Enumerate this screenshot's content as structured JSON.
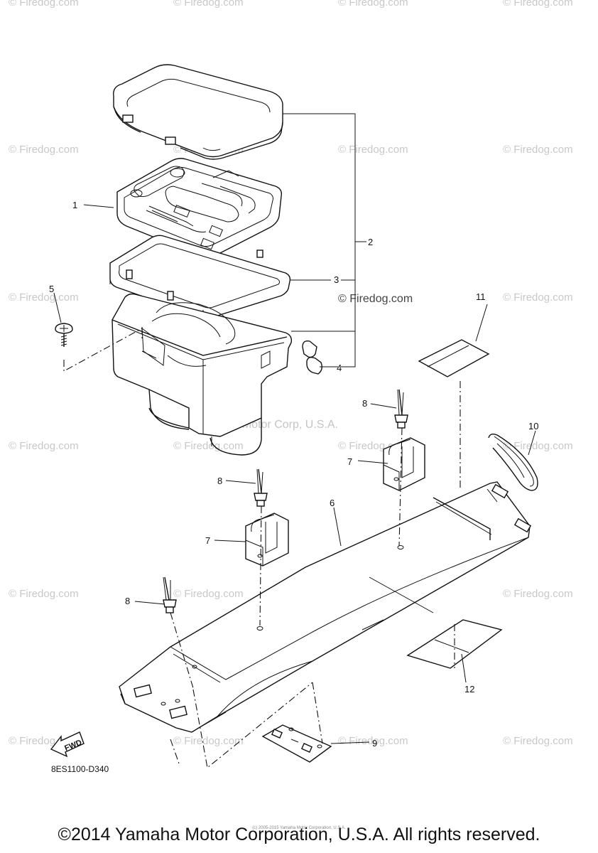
{
  "watermark": {
    "text": "© Firedog.com",
    "prominent": "© Firedog.com",
    "manufacturer": "Yamaha Motor Corp, U.S.A."
  },
  "callouts": [
    {
      "id": "c1",
      "label": "1"
    },
    {
      "id": "c2",
      "label": "2"
    },
    {
      "id": "c3",
      "label": "3"
    },
    {
      "id": "c4",
      "label": "4"
    },
    {
      "id": "c5",
      "label": "5"
    },
    {
      "id": "c6",
      "label": "6"
    },
    {
      "id": "c7a",
      "label": "7"
    },
    {
      "id": "c7b",
      "label": "7"
    },
    {
      "id": "c8a",
      "label": "8"
    },
    {
      "id": "c8b",
      "label": "8"
    },
    {
      "id": "c8c",
      "label": "8"
    },
    {
      "id": "c9",
      "label": "9"
    },
    {
      "id": "c10",
      "label": "10"
    },
    {
      "id": "c11",
      "label": "11"
    },
    {
      "id": "c12",
      "label": "12"
    }
  ],
  "fwd_label": "FWD",
  "diagram_code": "8ES1100-D340",
  "fine_print": "(c) 2005-2015 Yamaha Motor Corporation, U.S.A.",
  "footer": "©2014 Yamaha Motor Corporation, U.S.A. All rights reserved."
}
